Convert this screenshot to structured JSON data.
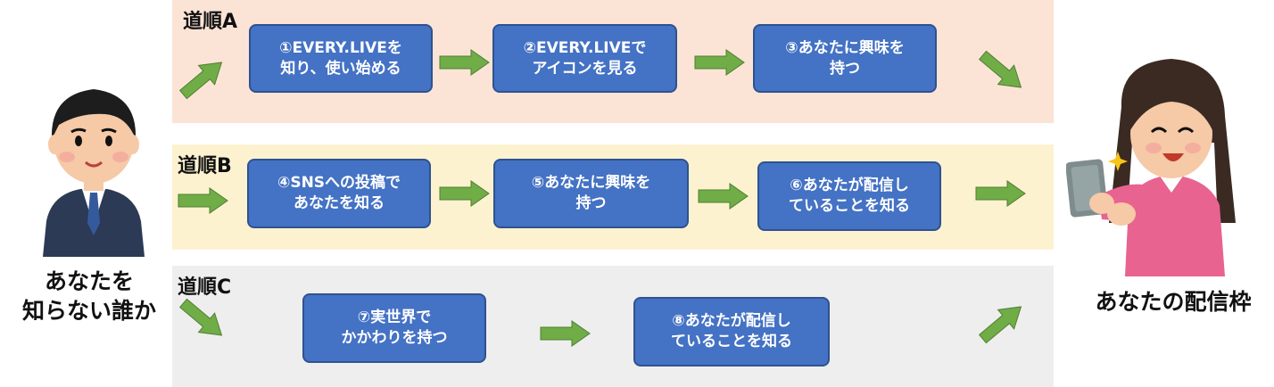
{
  "left_person": {
    "caption": "あなたを\n知らない誰か"
  },
  "right_person": {
    "caption": "あなたの配信枠"
  },
  "routes": [
    {
      "label": "道順A",
      "steps": [
        "①EVERY.LIVEを\n知り、使い始める",
        "②EVERY.LIVEで\nアイコンを見る",
        "③あなたに興味を\n持つ"
      ]
    },
    {
      "label": "道順B",
      "steps": [
        "④SNSへの投稿で\nあなたを知る",
        "⑤あなたに興味を\n持つ",
        "⑥あなたが配信し\nていることを知る"
      ]
    },
    {
      "label": "道順C",
      "steps": [
        "⑦実世界で\nかかわりを持つ",
        "⑧あなたが配信し\nていることを知る"
      ]
    }
  ],
  "colors": {
    "box": "#4472c4",
    "arrow": "#70ad47",
    "band_a": "#fbe4d6",
    "band_b": "#fdf2d0",
    "band_c": "#eeeeee"
  }
}
